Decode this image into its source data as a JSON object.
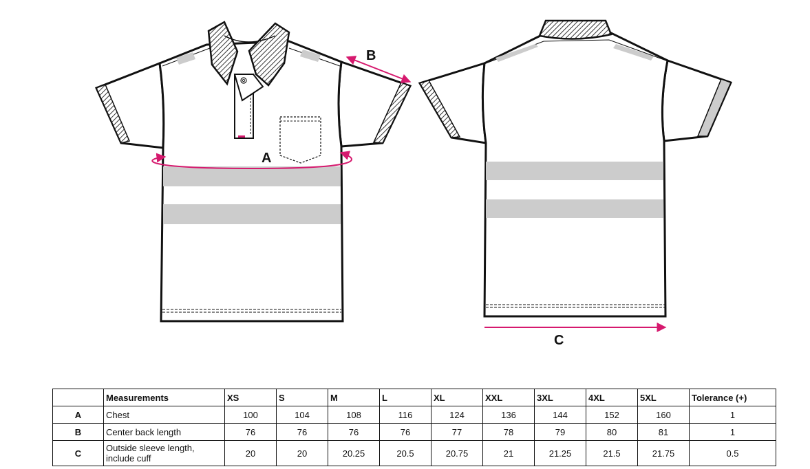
{
  "labels": {
    "a": "A",
    "b": "B",
    "c": "C"
  },
  "colors": {
    "accent": "#d6196e",
    "reflective": "#cccccc",
    "outline": "#111111"
  },
  "table": {
    "headers": [
      "",
      "Measurements",
      "XS",
      "S",
      "M",
      "L",
      "XL",
      "XXL",
      "3XL",
      "4XL",
      "5XL",
      "Tolerance (+)"
    ],
    "rows": [
      {
        "key": "A",
        "name": "Chest",
        "values": [
          "100",
          "104",
          "108",
          "116",
          "124",
          "136",
          "144",
          "152",
          "160"
        ],
        "tolerance": "1"
      },
      {
        "key": "B",
        "name": "Center back length",
        "values": [
          "76",
          "76",
          "76",
          "76",
          "77",
          "78",
          "79",
          "80",
          "81"
        ],
        "tolerance": "1"
      },
      {
        "key": "C",
        "name": "Outside sleeve length, include cuff",
        "values": [
          "20",
          "20",
          "20.25",
          "20.5",
          "20.75",
          "21",
          "21.25",
          "21.5",
          "21.75"
        ],
        "tolerance": "0.5"
      }
    ]
  }
}
